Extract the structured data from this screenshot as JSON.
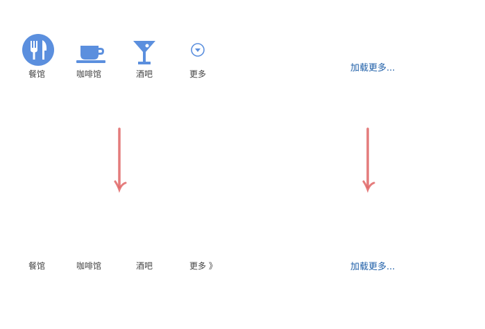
{
  "before": {
    "items": [
      {
        "label": "餐馆",
        "icon": "restaurant-icon"
      },
      {
        "label": "咖啡馆",
        "icon": "coffee-cup-icon"
      },
      {
        "label": "酒吧",
        "icon": "cocktail-glass-icon"
      },
      {
        "label": "更多",
        "icon": "chevron-down-circle-icon"
      }
    ],
    "load_more": "加载更多..."
  },
  "after": {
    "items": [
      {
        "label": "餐馆"
      },
      {
        "label": "咖啡馆"
      },
      {
        "label": "酒吧"
      },
      {
        "label": "更多 》"
      }
    ],
    "load_more": "加载更多..."
  },
  "colors": {
    "icon_blue": "#5b8fde",
    "link_blue": "#1f5fa8",
    "arrow_red": "#e06666",
    "label_gray": "#444444"
  }
}
